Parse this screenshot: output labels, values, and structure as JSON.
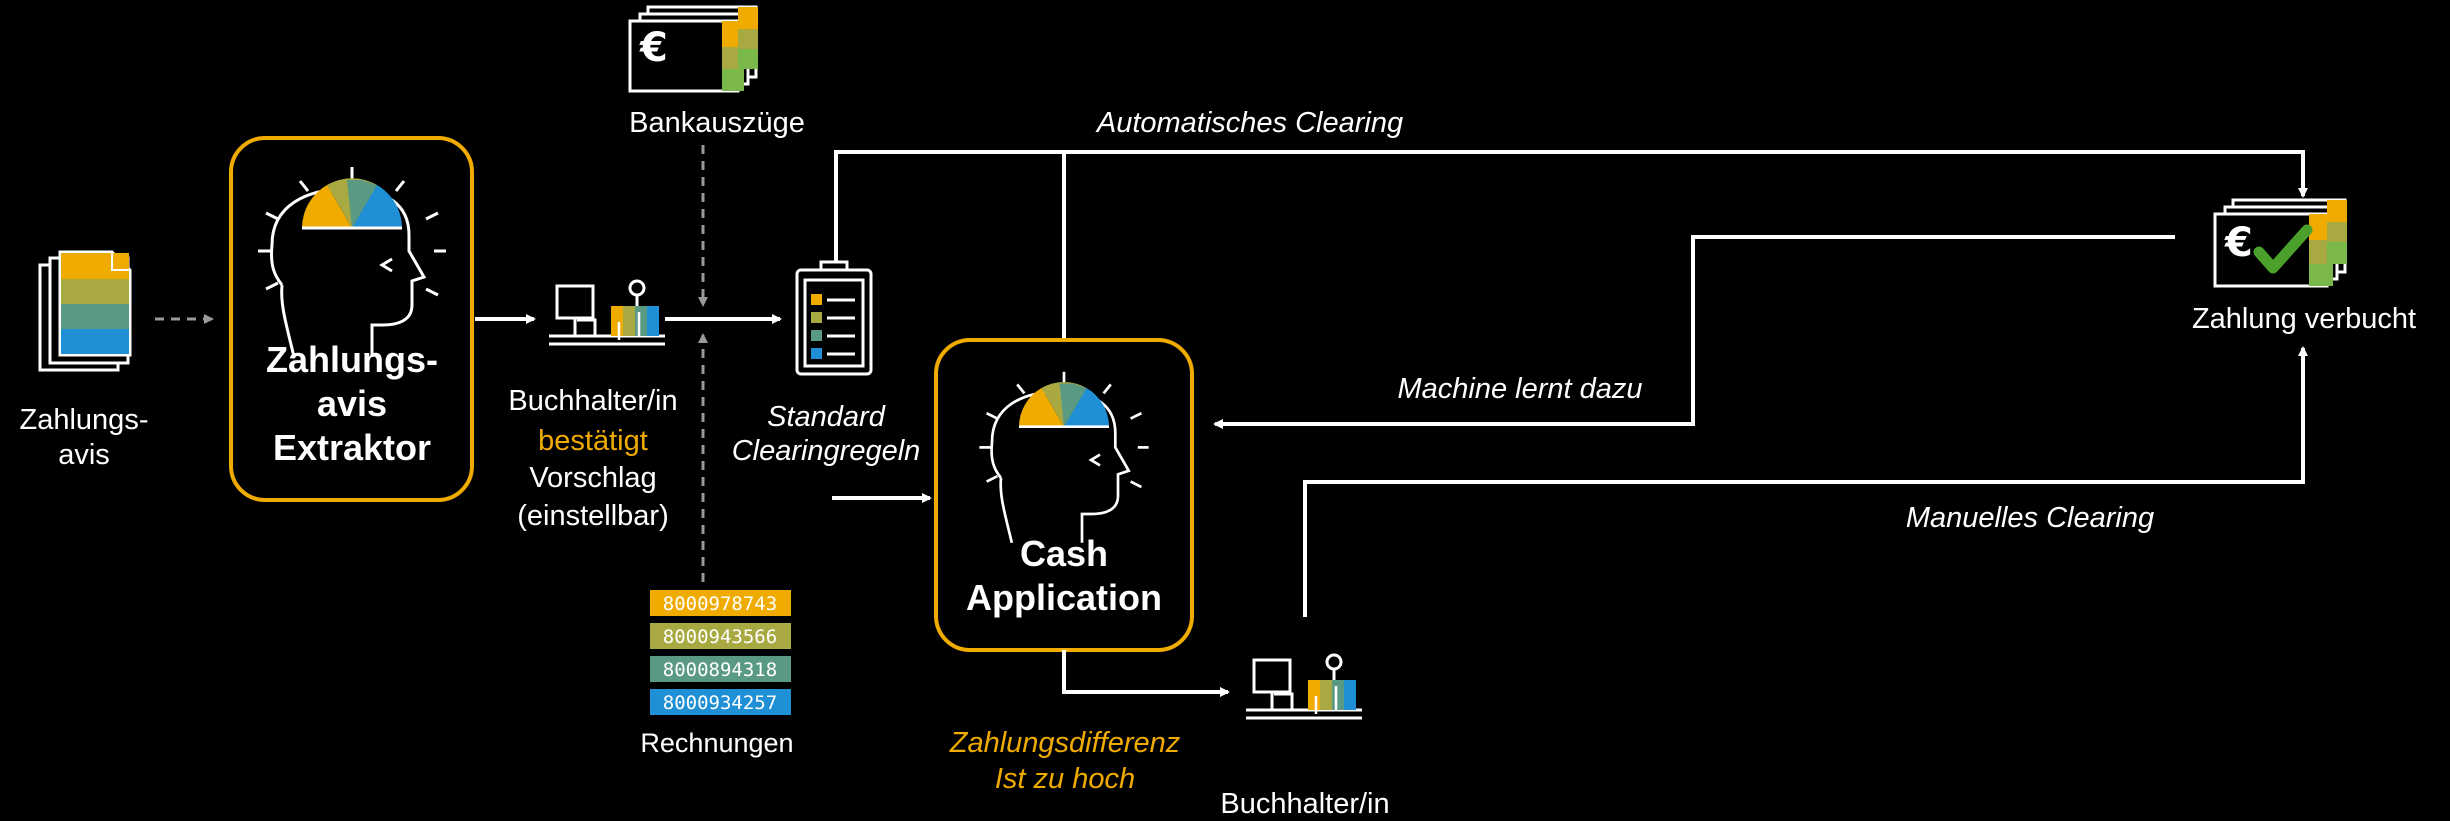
{
  "colors": {
    "background": "#000000",
    "accent_orange": "#f0ab00",
    "olive": "#a9a942",
    "teal": "#5a9a82",
    "blue": "#1f8fd6",
    "green": "#4aa02a",
    "arrow_white": "#ffffff",
    "dashed_gray": "#999999"
  },
  "icons": {
    "bank_statement": "euro-bill-icon",
    "payment_posted": "euro-bill-check-icon",
    "documents": "document-stack-icon",
    "ai_head": "ai-head-icon",
    "accountant": "accountant-desk-icon",
    "clipboard": "clipboard-checklist-icon"
  },
  "nodes": {
    "zahlungsavis": {
      "line1": "Zahlungs-",
      "line2": "avis"
    },
    "extractor": {
      "line1": "Zahlungs-",
      "line2": "avis",
      "line3": "Extraktor"
    },
    "buchhalter_top": {
      "line1": "Buchhalter/in",
      "line2": "bestätigt",
      "line3": "Vorschlag",
      "line4": "(einstellbar)"
    },
    "bankauszuege": {
      "label": "Bankauszüge"
    },
    "standard": {
      "line1": "Standard",
      "line2": "Clearingregeln"
    },
    "cash_app": {
      "line1": "Cash",
      "line2": "Application"
    },
    "rechnungen": {
      "label": "Rechnungen",
      "items": [
        "8000978743",
        "8000943566",
        "8000894318",
        "8000934257"
      ]
    },
    "differenz": {
      "line1": "Zahlungsdifferenz",
      "line2": "Ist zu hoch"
    },
    "buchhalter_bottom": {
      "label": "Buchhalter/in"
    },
    "verbucht": {
      "label": "Zahlung verbucht"
    }
  },
  "edges": {
    "auto": "Automatisches Clearing",
    "machine": "Machine lernt dazu",
    "manual": "Manuelles Clearing"
  }
}
